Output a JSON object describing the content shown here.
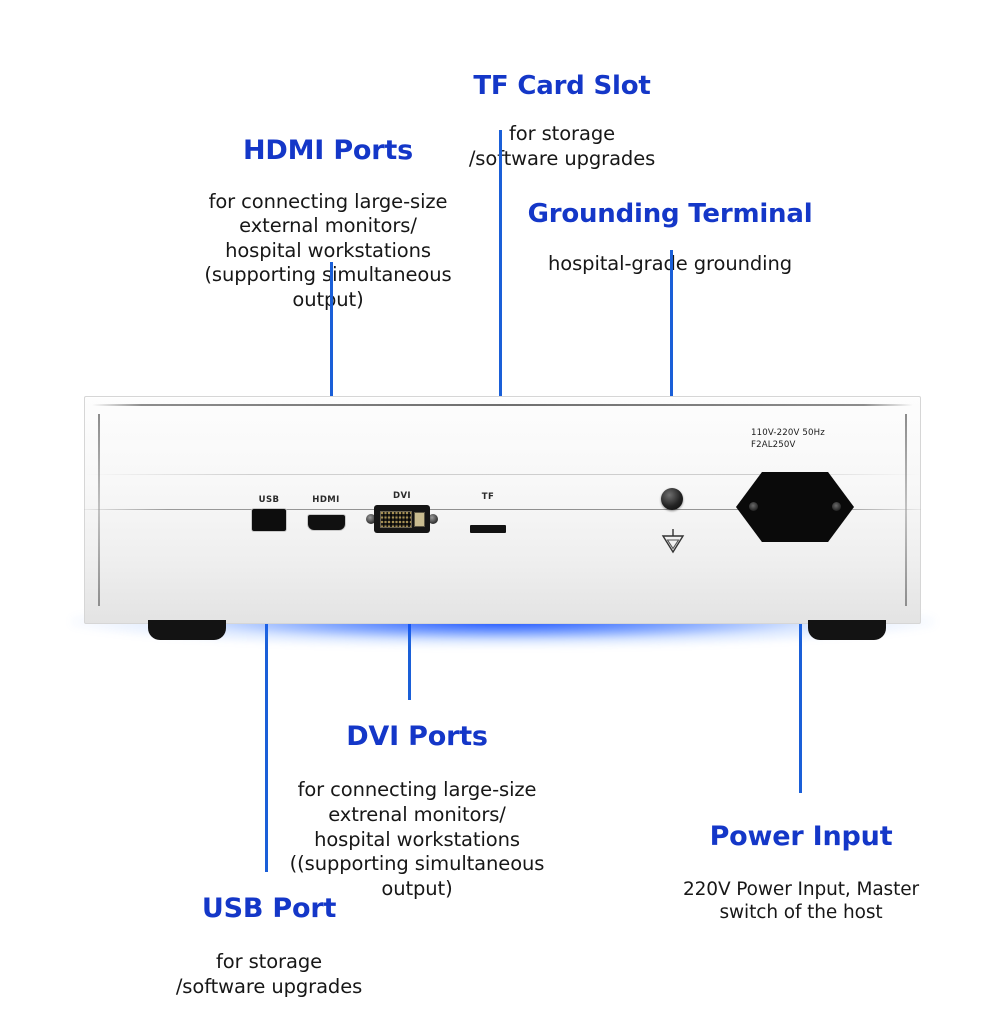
{
  "annotations": [
    {
      "id": "hdmi",
      "title": "HDMI Ports",
      "desc": "for connecting large-size\nexternal monitors/\nhospital workstations\n(supporting simultaneous output)"
    },
    {
      "id": "tf",
      "title": "TF Card Slot",
      "desc": "for storage\n/software upgrades"
    },
    {
      "id": "ground",
      "title": "Grounding Terminal",
      "desc": "hospital-grade grounding"
    },
    {
      "id": "dvi",
      "title": "DVI Ports",
      "desc": "for connecting large-size\nextrenal monitors/\nhospital workstations\n((supporting simultaneous output)"
    },
    {
      "id": "usb",
      "title": "USB Port",
      "desc": "for storage\n/software upgrades"
    },
    {
      "id": "power",
      "title": "Power Input",
      "desc": "220V Power Input, Master\nswitch of the host"
    }
  ],
  "device": {
    "port_labels": {
      "usb": "USB",
      "hdmi": "HDMI",
      "dvi": "DVI",
      "tf": "TF"
    },
    "power_marking_line1": "110V-220V  50Hz",
    "power_marking_line2": "F2AL250V"
  },
  "colors": {
    "accent_blue": "#1437c8",
    "leader_blue": "#1a5fd8",
    "glow_blue": "#0c46ff",
    "body_text": "#171717",
    "chassis": "#f4f4f4",
    "port_black": "#0d0d0d"
  }
}
